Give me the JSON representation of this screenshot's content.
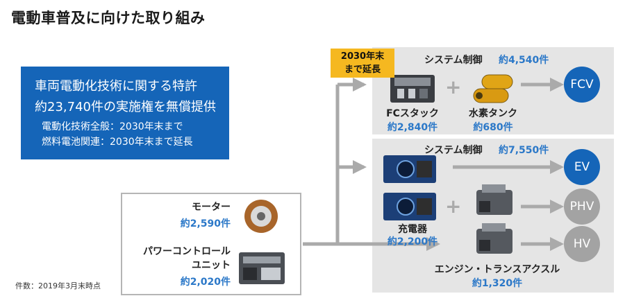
{
  "title": "電動車普及に向けた取り組み",
  "info_box": {
    "line1": "車両電動化技術に関する特許",
    "line2": "約23,740件の実施権を無償提供",
    "line3": "電動化技術全般：2030年末まで",
    "line4": "燃料電池関連：2030年末まで延長"
  },
  "badge": {
    "line1": "2030年末",
    "line2": "まで延長"
  },
  "fcv_section": {
    "system_label": "システム制御",
    "system_count": "約4,540件",
    "fc_stack_label": "FCスタック",
    "fc_stack_count": "約2,840件",
    "hydrogen_tank_label": "水素タンク",
    "hydrogen_tank_count": "約680件",
    "result": "FCV"
  },
  "ev_section": {
    "system_label": "システム制御",
    "system_count": "約7,550件",
    "charger_label": "充電器",
    "charger_count": "約2,200件",
    "engine_label": "エンジン・トランスアクスル",
    "engine_count": "約1,320件",
    "results": [
      "EV",
      "PHV",
      "HV"
    ]
  },
  "components": {
    "motor_label": "モーター",
    "motor_count": "約2,590件",
    "pcu_label_line1": "パワーコントロール",
    "pcu_label_line2": "ユニット",
    "pcu_count": "約2,020件"
  },
  "footnote": "件数：2019年3月末時点",
  "colors": {
    "brand_blue": "#1565b8",
    "count_blue": "#2b78c8",
    "badge_yellow": "#f5b820",
    "panel_gray": "#e5e5e5",
    "arrow_gray": "#aaaaaa",
    "circle_gray": "#a3a3a3"
  }
}
